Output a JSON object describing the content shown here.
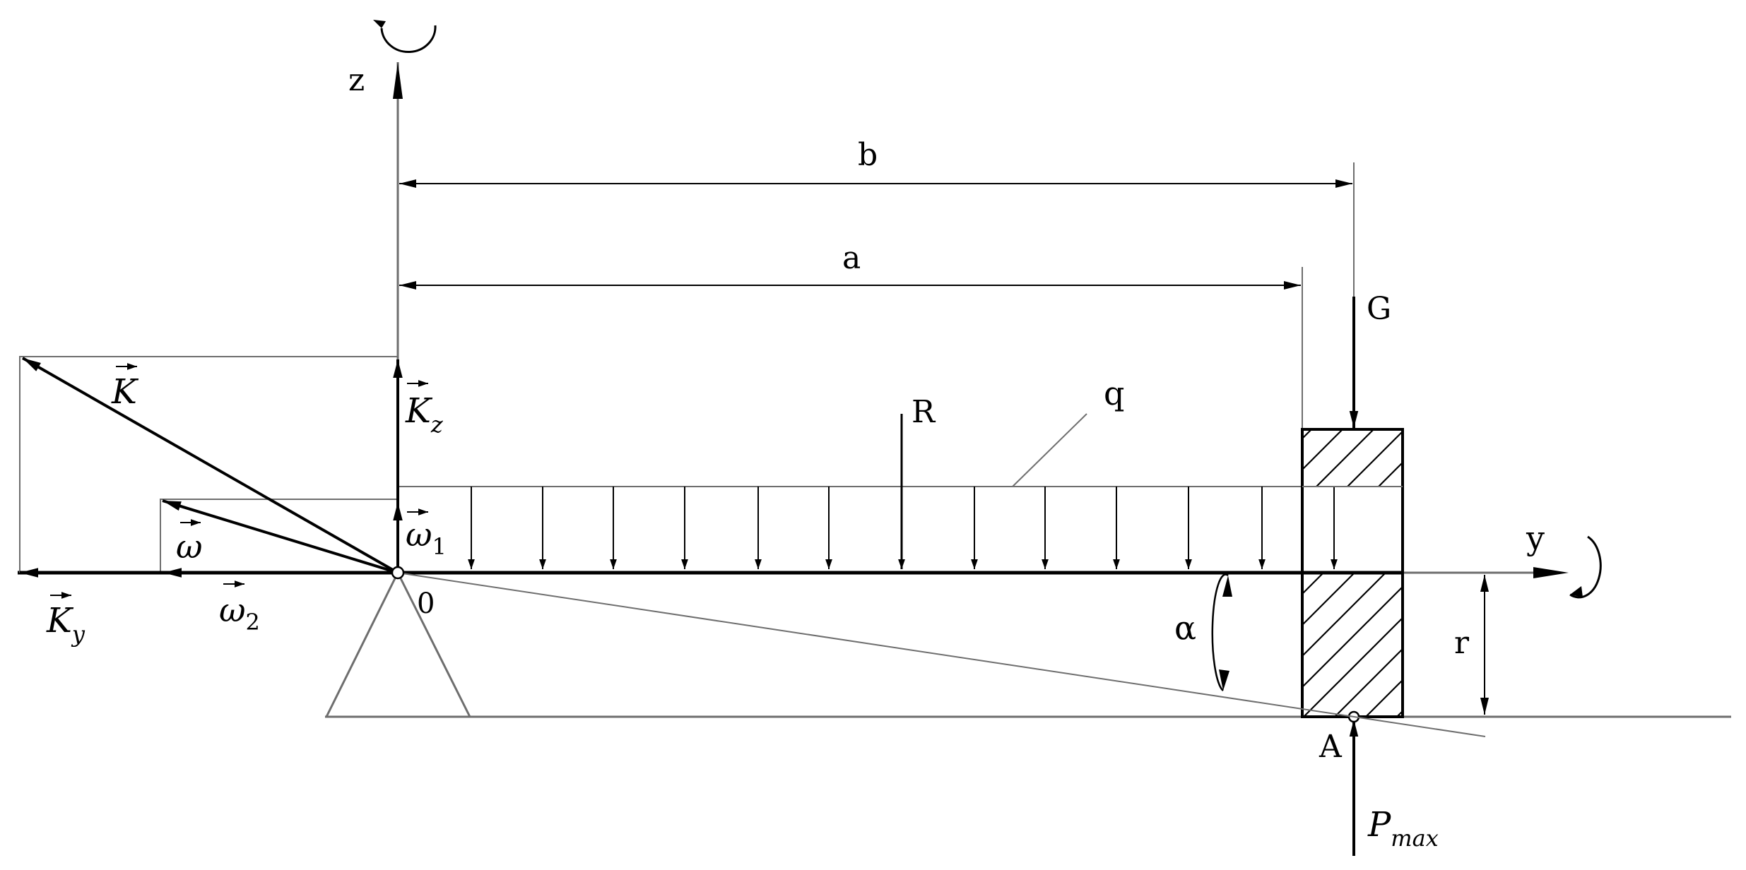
{
  "labels": {
    "z": "z",
    "y": "y",
    "b": "b",
    "a": "a",
    "G": "G",
    "R": "R",
    "q": "q",
    "K": "K",
    "Kz_main": "K",
    "Kz_sub": "z",
    "Ky_main": "K",
    "Ky_sub": "y",
    "omega": "ω",
    "omega1_main": "ω",
    "omega1_sub": "1",
    "omega2_main": "ω",
    "omega2_sub": "2",
    "origin": "0",
    "alpha": "α",
    "r": "r",
    "A": "A",
    "Pmax_main": "P",
    "Pmax_sub": "max"
  },
  "colors": {
    "ink": "#000000",
    "thin": "#6e6e6e"
  }
}
